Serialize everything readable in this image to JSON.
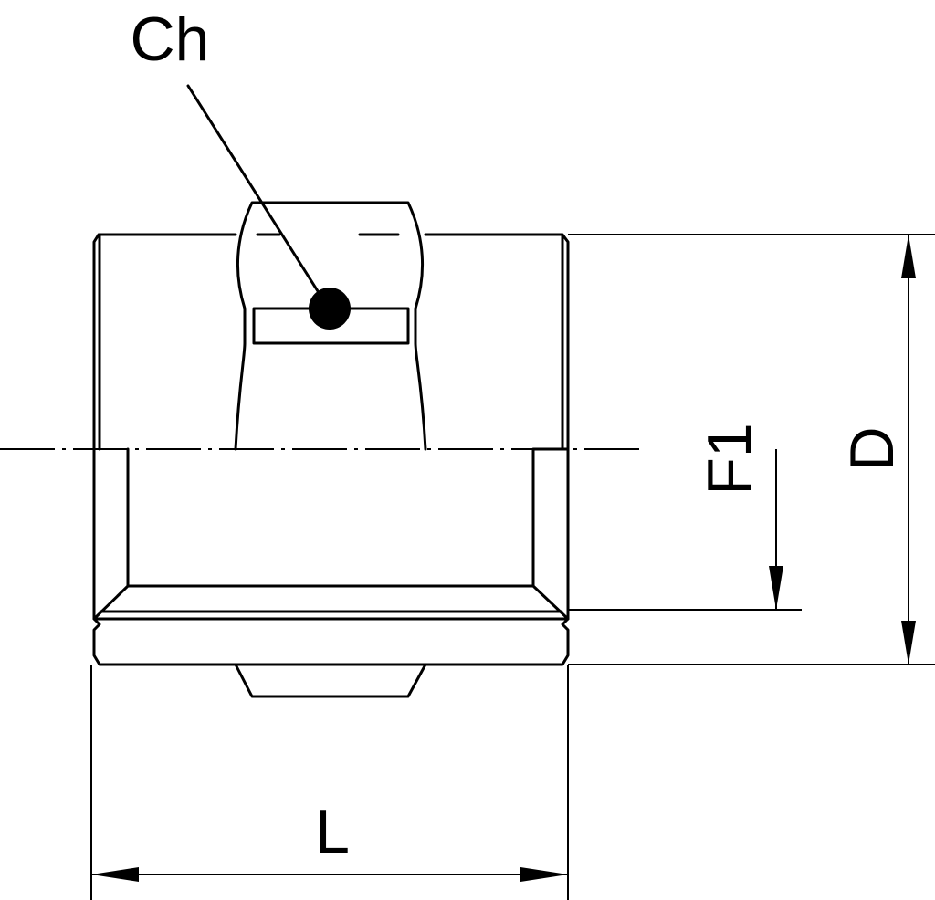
{
  "labels": {
    "ch": "Ch",
    "f1": "F1",
    "d": "D",
    "l": "L"
  },
  "colors": {
    "line": "#000000",
    "background": "#ffffff"
  }
}
